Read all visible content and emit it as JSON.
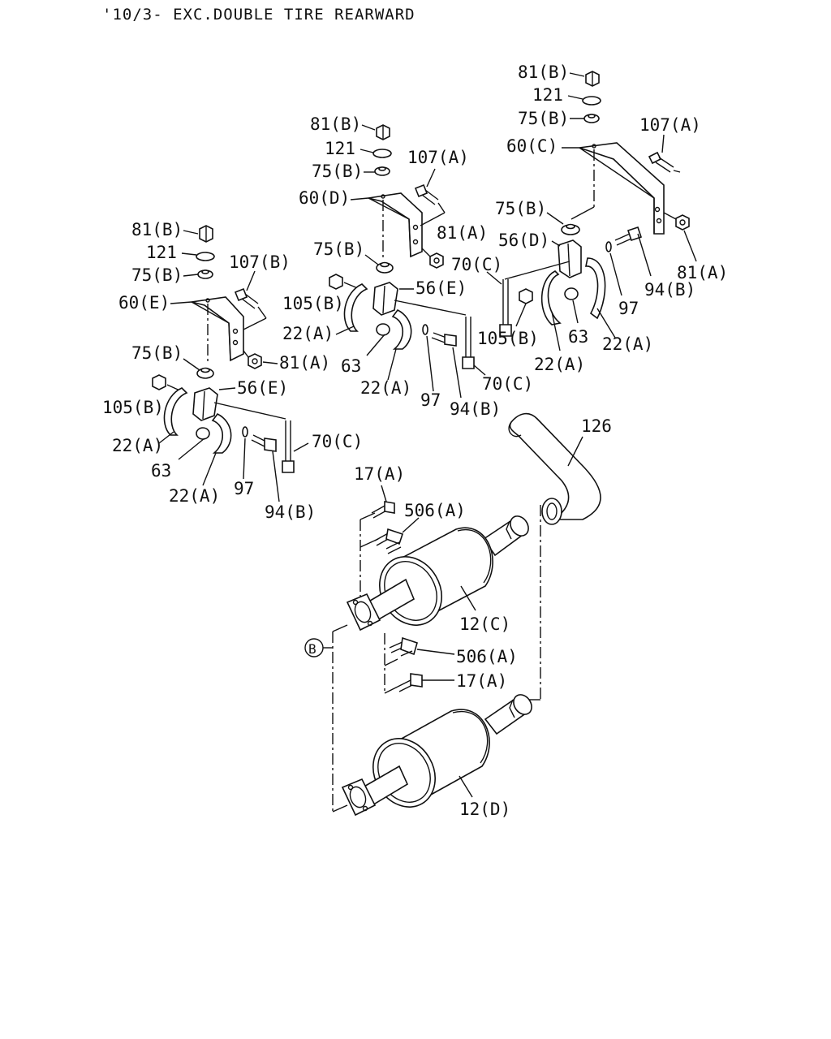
{
  "title": "'10/3- EXC.DOUBLE TIRE REARWARD",
  "labels": {
    "r_81b": "81(B)",
    "r_121": "121",
    "r_75b_top": "75(B)",
    "r_60c": "60(C)",
    "r_107a": "107(A)",
    "r_75b_low": "75(B)",
    "r_56d": "56(D)",
    "r_81a": "81(A)",
    "r_70c": "70(C)",
    "r_94b": "94(B)",
    "r_97": "97",
    "r_105b": "105(B)",
    "r_63": "63",
    "r_22a_1": "22(A)",
    "r_22a_2": "22(A)",
    "m_81b": "81(B)",
    "m_121": "121",
    "m_75b_top": "75(B)",
    "m_107a": "107(A)",
    "m_60d": "60(D)",
    "m_81a": "81(A)",
    "m_75b_low": "75(B)",
    "m_105b": "105(B)",
    "m_56e": "56(E)",
    "m_22a_1": "22(A)",
    "m_63": "63",
    "m_22a_2": "22(A)",
    "m_97": "97",
    "m_94b": "94(B)",
    "m_70c": "70(C)",
    "l_81b": "81(B)",
    "l_121": "121",
    "l_75b_top": "75(B)",
    "l_107b": "107(B)",
    "l_60e": "60(E)",
    "l_75b_low": "75(B)",
    "l_81a": "81(A)",
    "l_56e": "56(E)",
    "l_105b": "105(B)",
    "l_22a_1": "22(A)",
    "l_70c": "70(C)",
    "l_63": "63",
    "l_22a_2": "22(A)",
    "l_97": "97",
    "l_94b": "94(B)",
    "p_126": "126",
    "p_17a_1": "17(A)",
    "p_506a_1": "506(A)",
    "p_12c": "12(C)",
    "p_506a_2": "506(A)",
    "p_17a_2": "17(A)",
    "p_b": "B",
    "p_12d": "12(D)"
  }
}
